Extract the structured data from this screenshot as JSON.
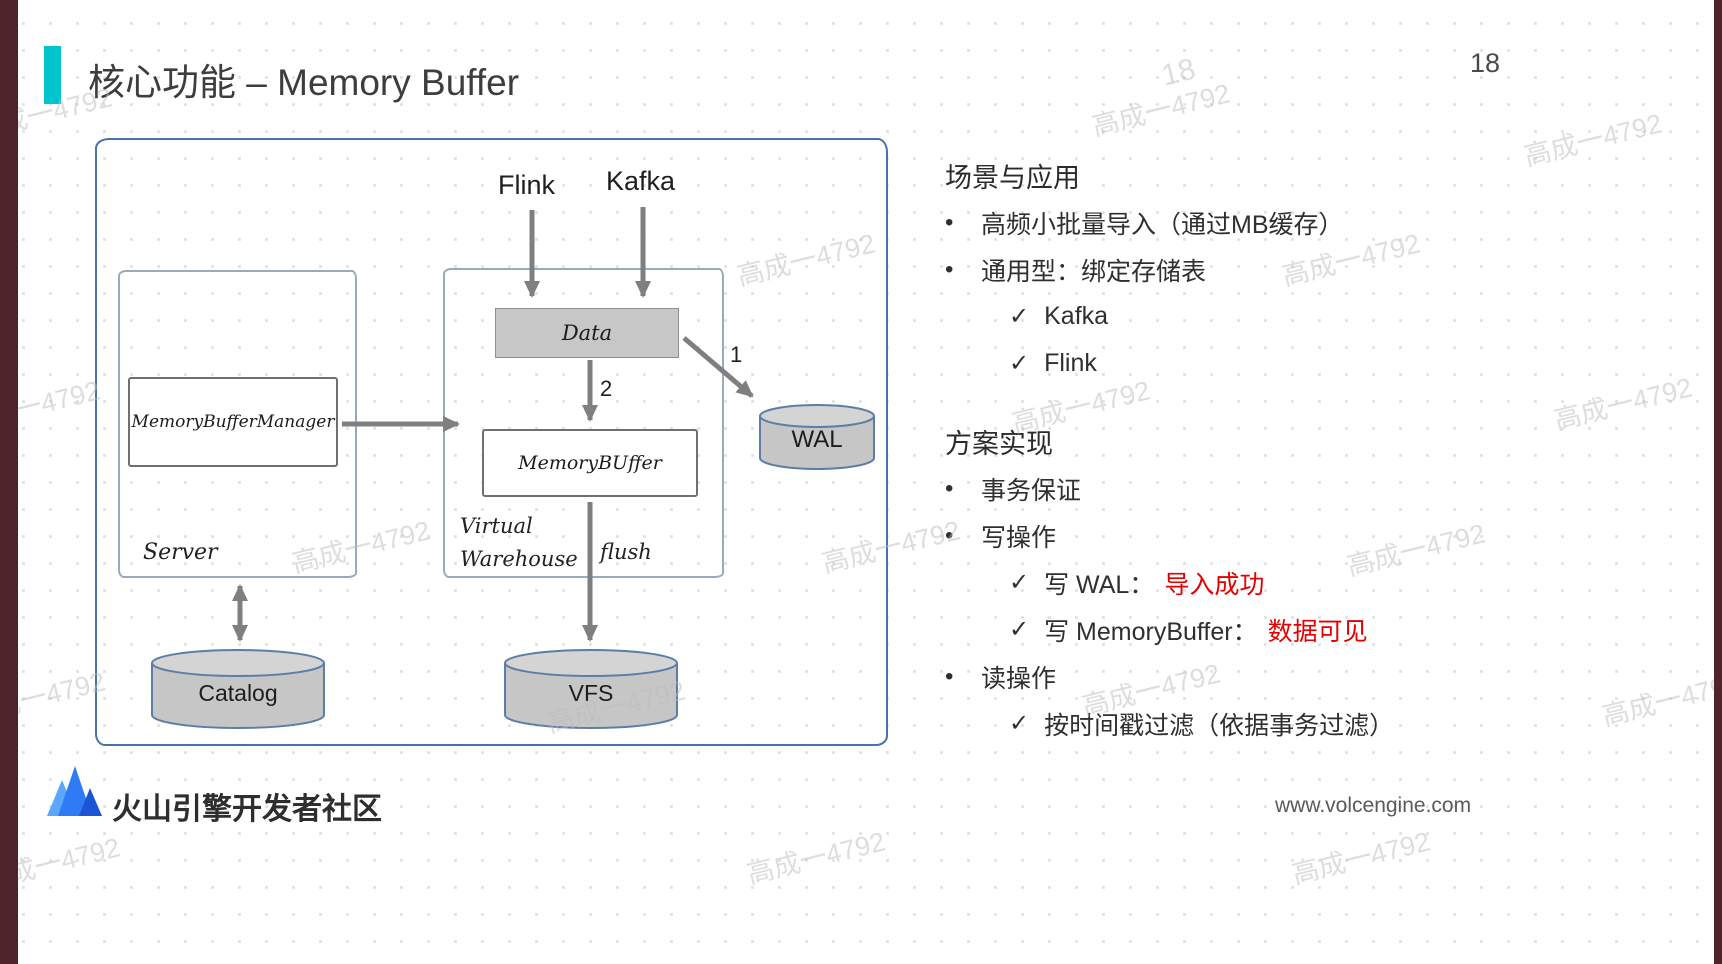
{
  "header": {
    "title": "核心功能 – Memory Buffer",
    "page_number": "18"
  },
  "watermark": {
    "text": "高成一4792"
  },
  "glyphs": {
    "bullet": "•",
    "check": "✓"
  },
  "colors": {
    "accent": "#00c5ce",
    "red": "#e30000",
    "edge_strip": "#4e2429",
    "diagram_border": "#4a72a8",
    "arrow": "#7f7f7f",
    "cylinder_fill": "#c6c6c6"
  },
  "diagram": {
    "flink": "Flink",
    "kafka": "Kafka",
    "data": "Data",
    "memory_buffer_manager": "MemoryBufferManager",
    "memory_buffer": "MemoryBUffer",
    "server": "Server",
    "virtual_warehouse": "Virtual Warehouse",
    "flush": "flush",
    "wal": "WAL",
    "catalog": "Catalog",
    "vfs": "VFS",
    "arrow_1": "1",
    "arrow_2": "2"
  },
  "panel": {
    "section1": {
      "title": "场景与应用",
      "bullet1": "高频小批量导入（通过MB缓存）",
      "bullet2": "通用型：绑定存储表",
      "check1": "Kafka",
      "check2": "Flink"
    },
    "section2": {
      "title": "方案实现",
      "bullet1": "事务保证",
      "bullet2": "写操作",
      "check1": {
        "text": "写 WAL：",
        "red": "导入成功"
      },
      "check2": {
        "text": "写 MemoryBuffer：",
        "red": "数据可见"
      },
      "bullet3": "读操作",
      "check3": "按时间戳过滤（依据事务过滤）"
    }
  },
  "footer": {
    "brand": "火山引擎开发者社区",
    "url": "www.volcengine.com"
  }
}
